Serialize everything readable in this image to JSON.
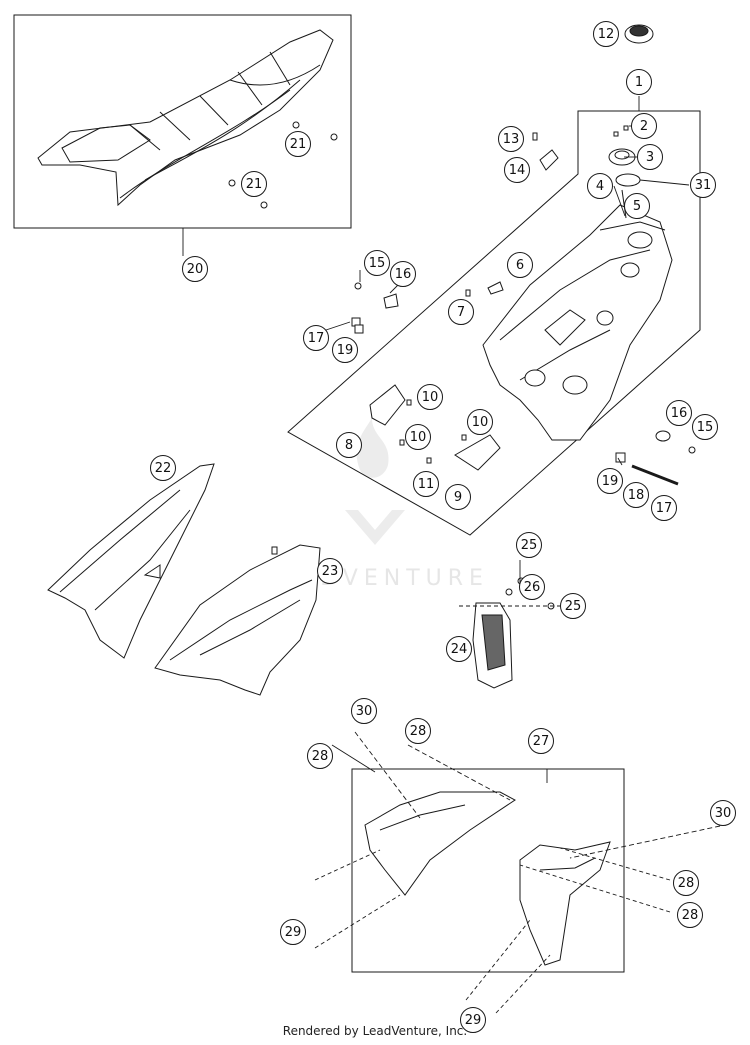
{
  "diagram": {
    "callouts": [
      {
        "id": "c12",
        "label": "12"
      },
      {
        "id": "c1",
        "label": "1"
      },
      {
        "id": "c2",
        "label": "2"
      },
      {
        "id": "c3",
        "label": "3"
      },
      {
        "id": "c4",
        "label": "4"
      },
      {
        "id": "c31",
        "label": "31"
      },
      {
        "id": "c5",
        "label": "5"
      },
      {
        "id": "c13",
        "label": "13"
      },
      {
        "id": "c14",
        "label": "14"
      },
      {
        "id": "c21a",
        "label": "21"
      },
      {
        "id": "c21b",
        "label": "21"
      },
      {
        "id": "c20",
        "label": "20"
      },
      {
        "id": "c15a",
        "label": "15"
      },
      {
        "id": "c16a",
        "label": "16"
      },
      {
        "id": "c6",
        "label": "6"
      },
      {
        "id": "c7",
        "label": "7"
      },
      {
        "id": "c17a",
        "label": "17"
      },
      {
        "id": "c19a",
        "label": "19"
      },
      {
        "id": "c10a",
        "label": "10"
      },
      {
        "id": "c10b",
        "label": "10"
      },
      {
        "id": "c10c",
        "label": "10"
      },
      {
        "id": "c8",
        "label": "8"
      },
      {
        "id": "c11",
        "label": "11"
      },
      {
        "id": "c9",
        "label": "9"
      },
      {
        "id": "c16b",
        "label": "16"
      },
      {
        "id": "c15b",
        "label": "15"
      },
      {
        "id": "c19b",
        "label": "19"
      },
      {
        "id": "c18",
        "label": "18"
      },
      {
        "id": "c17b",
        "label": "17"
      },
      {
        "id": "c22",
        "label": "22"
      },
      {
        "id": "c23",
        "label": "23"
      },
      {
        "id": "c25a",
        "label": "25"
      },
      {
        "id": "c26",
        "label": "26"
      },
      {
        "id": "c25b",
        "label": "25"
      },
      {
        "id": "c24",
        "label": "24"
      },
      {
        "id": "c30a",
        "label": "30"
      },
      {
        "id": "c28a",
        "label": "28"
      },
      {
        "id": "c28b",
        "label": "28"
      },
      {
        "id": "c27",
        "label": "27"
      },
      {
        "id": "c30b",
        "label": "30"
      },
      {
        "id": "c28c",
        "label": "28"
      },
      {
        "id": "c28d",
        "label": "28"
      },
      {
        "id": "c29a",
        "label": "29"
      },
      {
        "id": "c29b",
        "label": "29"
      }
    ]
  },
  "watermark": {
    "text": "LEADVENTURE"
  },
  "footer": {
    "text": "Rendered by LeadVenture, Inc."
  },
  "colors": {
    "line": "#1a1a1a",
    "watermark": "#e6e6e6",
    "background": "#ffffff"
  }
}
